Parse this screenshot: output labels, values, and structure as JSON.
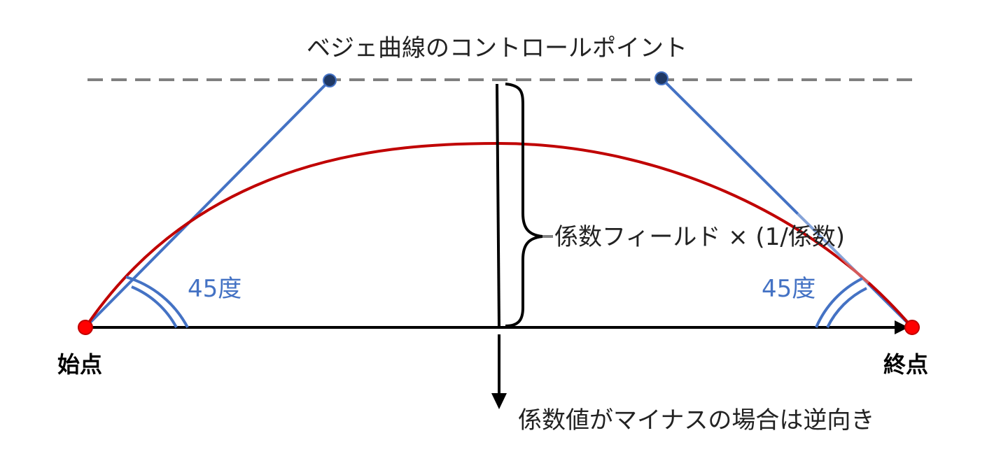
{
  "labels": {
    "control_point_title": "ベジェ曲線のコントロールポイント",
    "coefficient_formula": "係数フィールド × (1/係数)",
    "negative_note": "係数値がマイナスの場合は逆向き",
    "angle_left": "45度",
    "angle_right": "45度",
    "start_point": "始点",
    "end_point": "終点"
  },
  "colors": {
    "curve": "#c00000",
    "handle": "#4472c4",
    "control_point": "#1f3864",
    "endpoint": "#ff0000",
    "baseline": "#000000",
    "guide": "#808080",
    "angle_text": "#4472c4"
  }
}
